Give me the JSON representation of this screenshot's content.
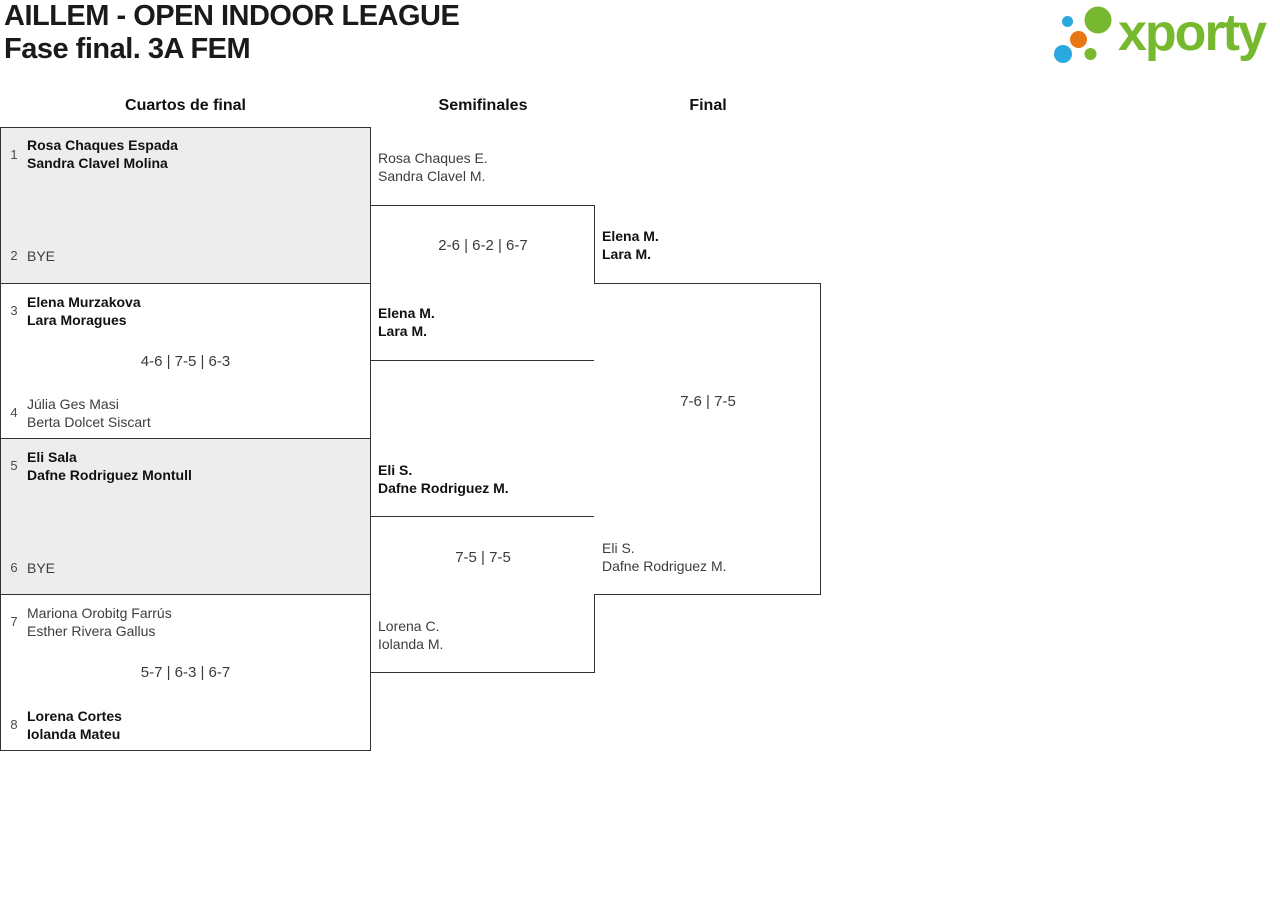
{
  "header": {
    "title": "AILLEM - OPEN INDOOR LEAGUE",
    "subtitle": "Fase final. 3A FEM"
  },
  "logo": {
    "text": "xporty",
    "green": "#76b82e",
    "blue": "#29a9e0",
    "orange": "#e87613"
  },
  "rounds": {
    "r1": "Cuartos de final",
    "r2": "Semifinales",
    "r3": "Final"
  },
  "bracket": {
    "qf1": {
      "seed_a": "1",
      "a1": "Rosa Chaques Espada",
      "a2": "Sandra Clavel Molina",
      "a_winner": true,
      "seed_b": "2",
      "b1": "BYE",
      "b_winner": false
    },
    "qf2": {
      "seed_a": "3",
      "a1": "Elena Murzakova",
      "a2": "Lara Moragues",
      "a_winner": true,
      "seed_b": "4",
      "b1": "Júlia Ges Masi",
      "b2": "Berta Dolcet Siscart",
      "b_winner": false,
      "score": "4-6 | 7-5 | 6-3"
    },
    "qf3": {
      "seed_a": "5",
      "a1": "Eli Sala",
      "a2": "Dafne Rodriguez Montull",
      "a_winner": true,
      "seed_b": "6",
      "b1": "BYE",
      "b_winner": false
    },
    "qf4": {
      "seed_a": "7",
      "a1": "Mariona Orobitg Farrús",
      "a2": "Esther Rivera Gallus",
      "a_winner": false,
      "seed_b": "8",
      "b1": "Lorena Cortes",
      "b2": "Iolanda Mateu",
      "b_winner": true,
      "score": "5-7 | 6-3 | 6-7"
    },
    "sf1": {
      "a1": "Rosa Chaques E.",
      "a2": "Sandra Clavel M.",
      "a_winner": false,
      "b1": "Elena M.",
      "b2": "Lara M.",
      "b_winner": true,
      "score": "2-6 | 6-2 | 6-7"
    },
    "sf2": {
      "a1": "Eli S.",
      "a2": "Dafne Rodriguez M.",
      "a_winner": true,
      "b1": "Lorena C.",
      "b2": "Iolanda M.",
      "b_winner": false,
      "score": "7-5 | 7-5"
    },
    "final": {
      "a1": "Elena M.",
      "a2": "Lara M.",
      "a_winner": true,
      "b1": "Eli S.",
      "b2": "Dafne Rodriguez M.",
      "b_winner": false,
      "score": "7-6 | 7-5"
    }
  }
}
